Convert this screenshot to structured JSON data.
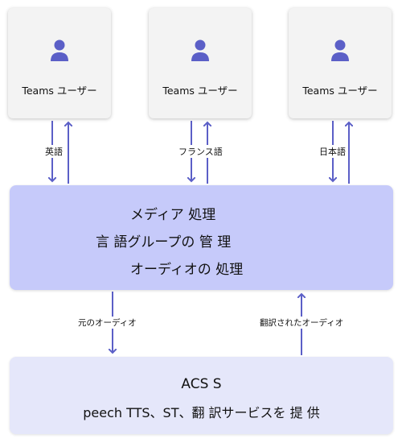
{
  "users": [
    {
      "label": "Teams ユーザー",
      "language": "英語"
    },
    {
      "label": "Teams ユーザー",
      "language": "フランス語"
    },
    {
      "label": "Teams ユーザー",
      "language": "日本語"
    }
  ],
  "media_processing": {
    "line1": "メディア 処理",
    "line2": "言 語グループの 管 理",
    "line3": "オーディオの 処理"
  },
  "flows": {
    "original_audio": "元のオーディオ",
    "translated_audio": "翻訳されたオーディオ"
  },
  "acs": {
    "line1": "ACS S",
    "line2": "peech TTS、ST、翻 訳サービスを 提 供"
  },
  "colors": {
    "arrow": "#5b5fc7",
    "person_icon": "#5b5fc7",
    "media_box": "#c6cafa",
    "acs_box": "#e5e7fa",
    "card": "#f3f3f3"
  }
}
